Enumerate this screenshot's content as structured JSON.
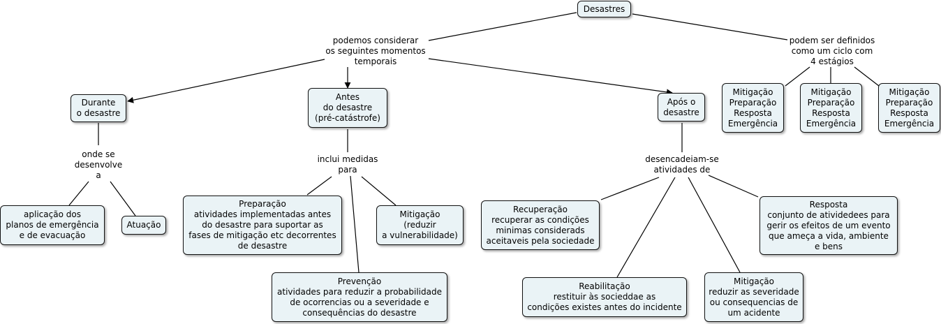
{
  "concepts": {
    "root": "Desastres",
    "durante": "Durante\no desastre",
    "antes": "Antes\ndo desastre\n(pré-catástrofe)",
    "apos": "Após o\ndesastre",
    "mit_a": "Mitigação\nPreparação\nResposta\nEmergência",
    "mit_b": "Mitigação\nPreparação\nResposta\nEmergência",
    "mit_c": "Mitigação\nPreparação\nResposta\nEmergência",
    "aplicacao": "aplicação dos\nplanos de emergência\ne de evacuação",
    "atuacao": "Atuação",
    "preparacao": "Preparação\natividades implementadas antes\ndo desastre para suportar as\nfases de mitigação etc decorrentes\nde desastre",
    "mitigacao_antes": "Mitigação\n(reduzir\na vulnerabilidade)",
    "prevencao": "Prevenção\natividades para reduzir a probabilidade\nde ocorrencias ou a severidade e\nconsequências do desastre",
    "recuperacao": "Recuperação\nrecuperar as condições\nminimas considerads\naceitaveis pela sociedade",
    "resposta": "Resposta\nconjunto de atividedees para\ngerir os efeitos de um evento\nque ameça a vida, ambiente\ne bens",
    "reabilitacao": "Reabilitação\nrestituir às socieddae as\ncondições existes antes do incidente",
    "mitigacao_apos": "Mitigação\nreduzir as severidade\nou consequencias de\num acidente"
  },
  "linking_phrases": {
    "momentos": "podemos considerar\nos seguintes momentos\ntemporais",
    "ciclo": "podem ser definidos\ncomo um ciclo com\n4 estágios",
    "onde": "onde se\ndesenvolve\na",
    "inclui": "inclui medidas\npara",
    "desencadeiam": "desencadeiam-se\natividades de"
  }
}
